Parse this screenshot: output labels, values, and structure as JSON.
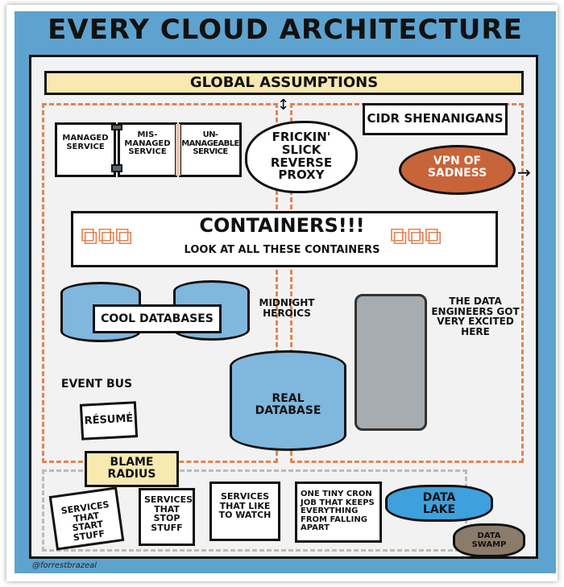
{
  "title": "Every Cloud Architecture",
  "global": "Global Assumptions",
  "services": [
    "Managed Service",
    "Mis-managed Service",
    "Un-manageable Service"
  ],
  "proxy": "Frickin' Slick Reverse Proxy",
  "cidr": "CIDR Shenanigans",
  "vpn": "VPN of Sadness",
  "containers": {
    "title": "Containers!!!",
    "subtitle": "Look at all these containers"
  },
  "cool_db": "Cool Databases",
  "midnight": "Midnight Heroics",
  "real_db": "Real Database",
  "engineers": "The data engineers got very excited here",
  "event_bus": "Event Bus",
  "resume": "Résumé",
  "blame": "Blame Radius",
  "cards": [
    "Services that start stuff",
    "Services that stop stuff",
    "Services that like to watch",
    "One tiny cron job that keeps everything from falling apart"
  ],
  "lake": "Data Lake",
  "swamp": "Data Swamp",
  "credit": "@forrestbrazeal",
  "colors": {
    "blue": "#5ea3cf",
    "orange": "#c8643a",
    "yellow": "#f7e9b0"
  }
}
